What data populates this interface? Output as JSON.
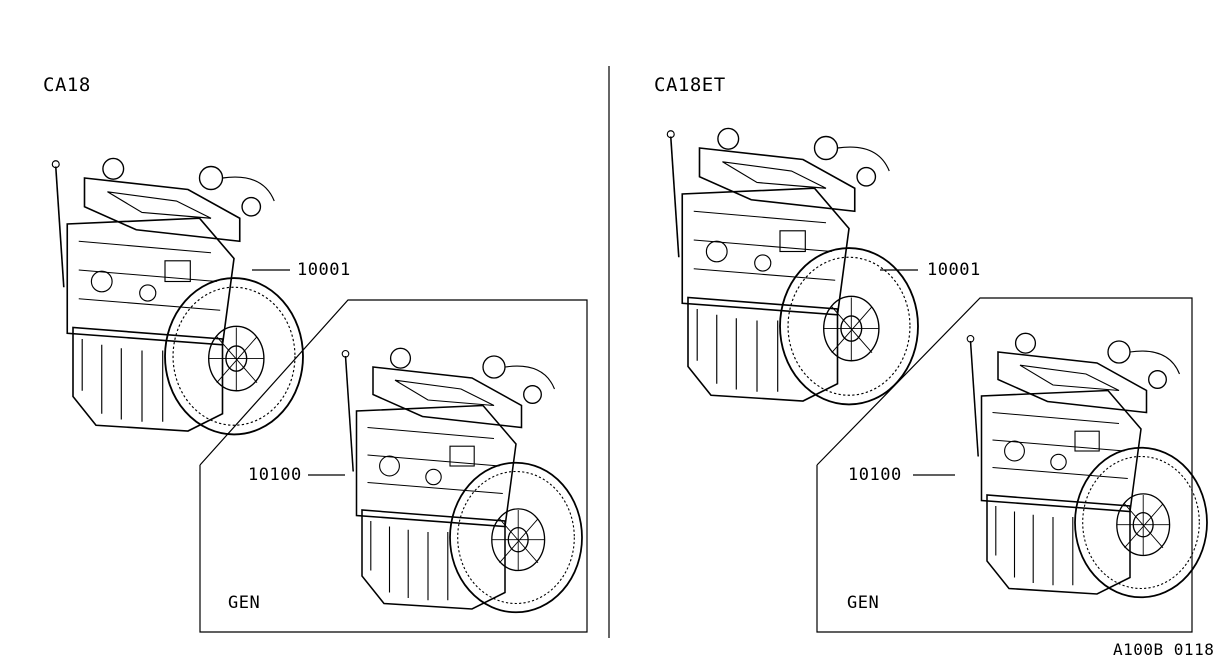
{
  "left_panel": {
    "title": "CA18",
    "part_main": "10001",
    "part_inset": "10100",
    "inset_label": "GEN"
  },
  "right_panel": {
    "title": "CA18ET",
    "part_main": "10001",
    "part_inset": "10100",
    "inset_label": "GEN"
  },
  "footer": {
    "code": "A100B 0118"
  }
}
